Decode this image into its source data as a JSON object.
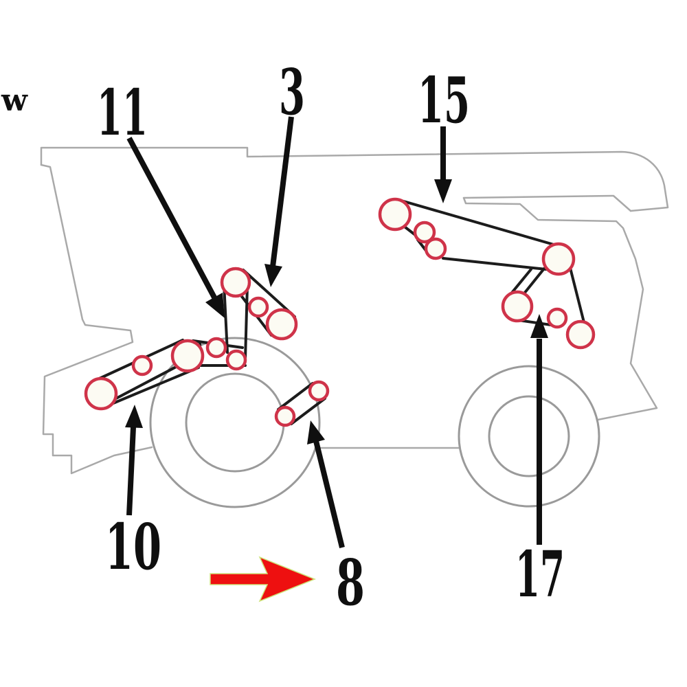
{
  "figure": {
    "watermark": "w"
  },
  "callouts": [
    {
      "label": "11"
    },
    {
      "label": "3"
    },
    {
      "label": "15"
    },
    {
      "label": "10"
    },
    {
      "label": "8"
    },
    {
      "label": "17"
    }
  ],
  "pointer": {
    "shape": "red-arrow-right",
    "points_to_label": "8"
  },
  "colors": {
    "background": "#ffffff",
    "machine_outline": "#a9a9a9",
    "wheel_outline": "#9a9a9a",
    "belt": "#1c1c1c",
    "pulley_ring": "#cf3349",
    "pulley_fill": "#fcfbf3",
    "callout": "#0f0f0f",
    "pointer_red": "#ee1010",
    "pointer_fringe": "#cde37b"
  }
}
